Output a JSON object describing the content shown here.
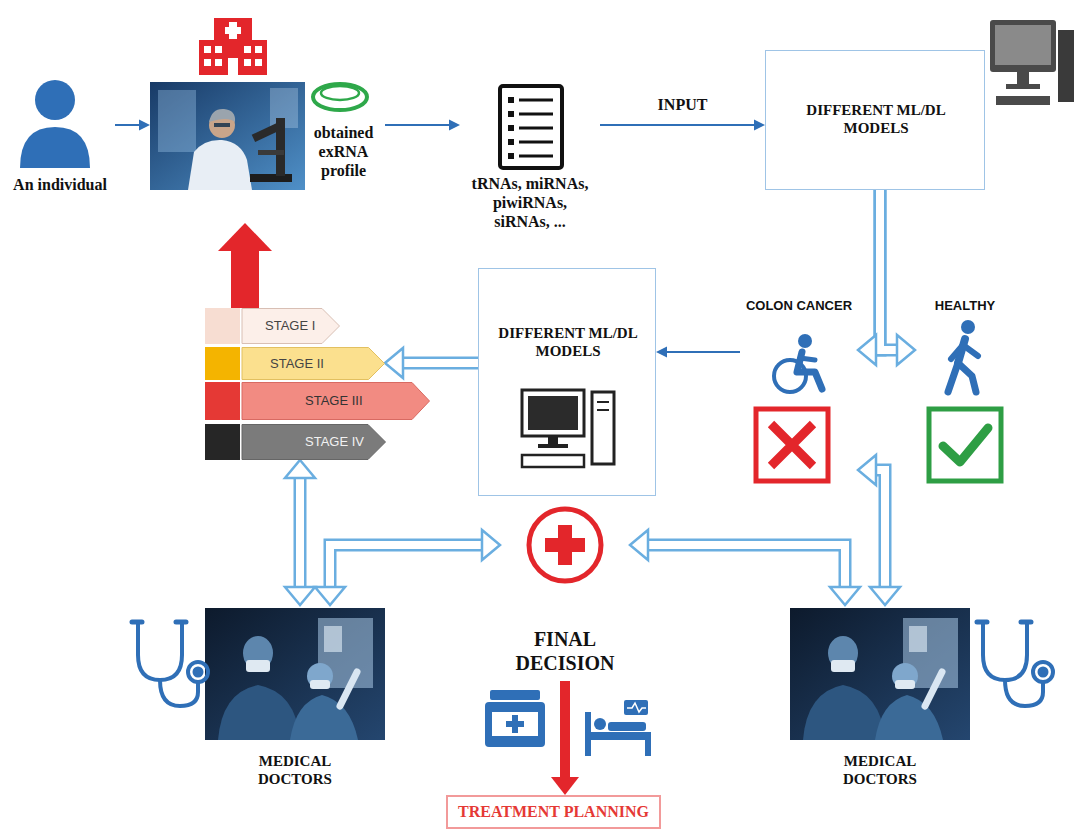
{
  "diagram": {
    "nodes": [
      {
        "text": [
          "An individual"
        ]
      },
      {
        "text": [
          "obtained exRNA profile"
        ]
      },
      {
        "text": [
          "tRNAs, miRNAs, piwiRNAs, siRNAs, ..."
        ]
      },
      {
        "text": [
          "DIFFERENT ML/DL MODELS"
        ]
      },
      {
        "text": [
          "COLON CANCER"
        ]
      },
      {
        "text": [
          "HEALTHY"
        ]
      },
      {
        "text": [
          "DIFFERENT ML/DL MODELS"
        ]
      },
      {
        "text": [
          "STAGE I"
        ]
      },
      {
        "text": [
          "STAGE II"
        ]
      },
      {
        "text": [
          "STAGE III"
        ]
      },
      {
        "text": [
          "STAGE IV"
        ]
      },
      {
        "text": [
          "MEDICAL DOCTORS"
        ]
      },
      {
        "text": [
          "FINAL DECISION"
        ]
      },
      {
        "text": [
          "MEDICAL DOCTORS"
        ]
      },
      {
        "text": [
          "TREATMENT PLANNING"
        ]
      }
    ],
    "edges": [
      {
        "from": 0,
        "to": 1,
        "arrow": "to"
      },
      {
        "from": 1,
        "to": 2,
        "arrow": "to"
      },
      {
        "from": 2,
        "to": 3,
        "label": "INPUT",
        "arrow": "to"
      },
      {
        "from": 3,
        "to": 4,
        "arrow": "to"
      },
      {
        "from": 3,
        "to": 5,
        "arrow": "to"
      },
      {
        "from": 4,
        "to": 6,
        "arrow": "to"
      },
      {
        "from": 6,
        "to": 8,
        "arrow": "to"
      },
      {
        "from": 7,
        "to": 1,
        "arrow": "to"
      },
      {
        "from": 10,
        "to": 11,
        "arrow": "both"
      },
      {
        "from": 12,
        "to": 11,
        "arrow": "both"
      },
      {
        "from": 12,
        "to": 13,
        "arrow": "both"
      },
      {
        "from": 13,
        "to": 4,
        "arrow": "both"
      },
      {
        "from": 12,
        "to": 14,
        "arrow": "to"
      }
    ]
  }
}
